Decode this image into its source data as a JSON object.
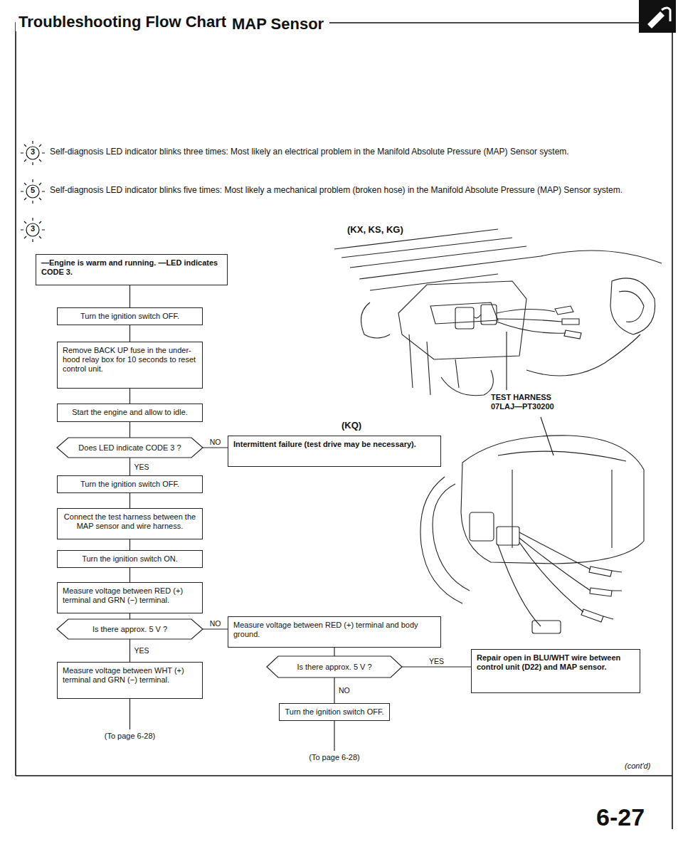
{
  "diagram": {
    "title": "Troubleshooting Flow Chart",
    "nodes": [
      {
        "text": [
          "—Engine is warm and running. —LED indicates CODE 3."
        ]
      },
      {
        "text": [
          "Turn the ignition switch OFF."
        ]
      },
      {
        "text": [
          "Remove BACK UP fuse in the under-hood relay box for 10 seconds to reset control unit."
        ]
      },
      {
        "text": [
          "Start the engine and allow to idle."
        ]
      },
      {
        "text": [
          "Does LED indicate CODE 3 ?"
        ]
      },
      {
        "text": [
          "Intermittent failure (test drive may be necessary)."
        ]
      },
      {
        "text": [
          "Turn the ignition switch OFF."
        ]
      },
      {
        "text": [
          "Connect the test harness between the MAP sensor and wire harness."
        ]
      },
      {
        "text": [
          "Turn the ignition switch ON."
        ]
      },
      {
        "text": [
          "Measure voltage between RED (+) terminal and GRN (−) terminal."
        ]
      },
      {
        "text": [
          "Is there approx. 5 V ?"
        ]
      },
      {
        "text": [
          "Measure voltage between RED (+) terminal and body ground."
        ]
      },
      {
        "text": [
          "Measure voltage between WHT (+) terminal and GRN (−) terminal."
        ]
      },
      {
        "text": [
          "Is there approx. 5 V ?"
        ]
      },
      {
        "text": [
          "Repair open in BLU/WHT wire between control unit (D22) and MAP sensor."
        ]
      },
      {
        "text": [
          "Turn the ignition switch OFF."
        ]
      }
    ],
    "edges": [
      {
        "from": 0,
        "to": 1,
        "arrow": "none"
      },
      {
        "from": 1,
        "to": 2,
        "arrow": "none"
      },
      {
        "from": 2,
        "to": 3,
        "arrow": "none"
      },
      {
        "from": 3,
        "to": 4,
        "arrow": "none"
      },
      {
        "from": 4,
        "to": 5,
        "label": "NO",
        "arrow": "none"
      },
      {
        "from": 4,
        "to": 6,
        "label": "YES",
        "arrow": "none"
      },
      {
        "from": 6,
        "to": 7,
        "arrow": "none"
      },
      {
        "from": 7,
        "to": 8,
        "arrow": "none"
      },
      {
        "from": 8,
        "to": 9,
        "arrow": "none"
      },
      {
        "from": 9,
        "to": 10,
        "arrow": "none"
      },
      {
        "from": 10,
        "to": 11,
        "label": "NO",
        "arrow": "none"
      },
      {
        "from": 10,
        "to": 12,
        "label": "YES",
        "arrow": "none"
      },
      {
        "from": 11,
        "to": 13,
        "arrow": "none"
      },
      {
        "from": 13,
        "to": 14,
        "label": "YES",
        "arrow": "none"
      },
      {
        "from": 13,
        "to": 15,
        "label": "NO",
        "arrow": "none"
      }
    ],
    "labels": [
      "MAP Sensor",
      "3",
      "Self-diagnosis LED indicator blinks three times: Most likely an electrical problem in the Manifold Absolute Pressure (MAP) Sensor system.",
      "5",
      "Self-diagnosis LED indicator blinks five times: Most likely a mechanical problem (broken hose) in the Manifold Absolute Pressure (MAP) Sensor system.",
      "3",
      "(KX, KS, KG)",
      "TEST HARNESS 07LAJ—PT30200",
      "(KQ)",
      "(To page 6-28)",
      "(To page 6-28)",
      "(cont'd)",
      "6-27"
    ]
  }
}
